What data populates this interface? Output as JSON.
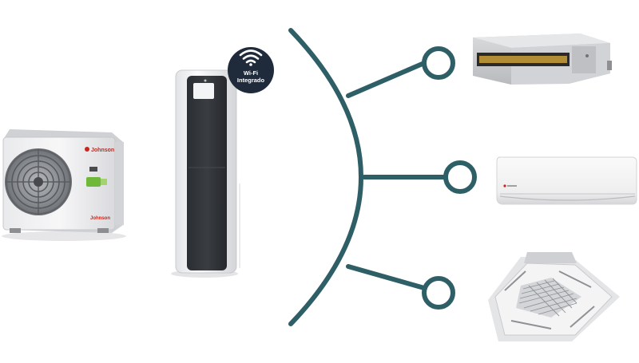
{
  "badge": {
    "line1": "Wi-Fi",
    "line2": "Integrado",
    "icon": "wifi-icon",
    "background": "#1f2b3a"
  },
  "brand": {
    "name": "Johnson",
    "color": "#c8261d"
  },
  "connector": {
    "color": "#2f5f66",
    "branch_count": 3
  },
  "devices": {
    "outdoor_unit": "outdoor-condenser",
    "water_heater": "heat-pump-water-heater",
    "indoor_units": [
      "ducted-unit",
      "wall-split-unit",
      "cassette-unit"
    ]
  }
}
